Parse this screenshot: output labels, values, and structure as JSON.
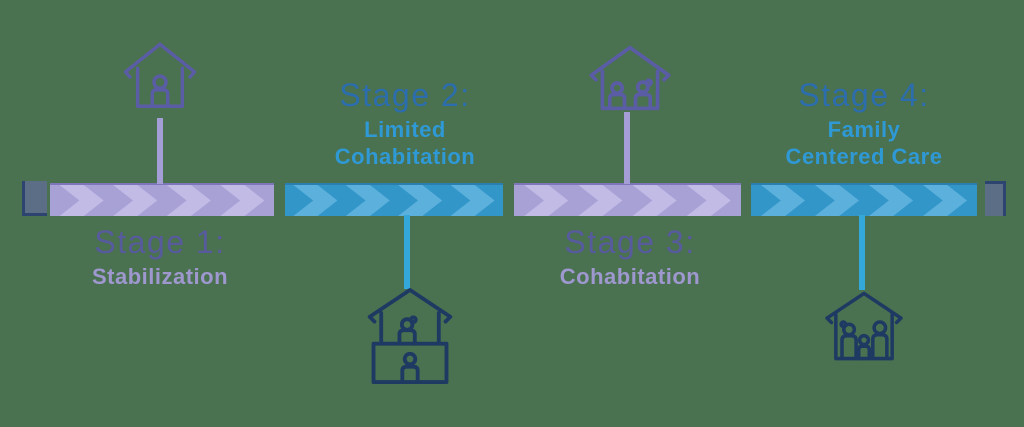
{
  "figure": {
    "description": "Four-stage care progression timeline with chevron bars and house icons",
    "background_color": "#4a7150"
  },
  "timeline": {
    "start_cap_color": "#5c6d86",
    "end_cap_color": "#5c6d86",
    "cap_border_color": "#2e4470",
    "purple_bar_color": "#a8a1d6",
    "purple_chevron_color": "#c1bbe6",
    "blue_bar_color": "#3396c9",
    "blue_chevron_color": "#5cb0dc",
    "purple_connector_color": "#a59ed6",
    "teal_connector_color": "#35a8da"
  },
  "stages": [
    {
      "title": "Stage 1:",
      "subtitle_lines": [
        "Stabilization"
      ],
      "title_color": "#575a9d",
      "subtitle_color": "#9e98cf",
      "bar_color": "#a8a1d6",
      "icon": "house-single-person-icon",
      "icon_color": "#5a5da5",
      "icon_position": "above-bar",
      "label_position": "below-bar"
    },
    {
      "title": "Stage 2:",
      "subtitle_lines": [
        "Limited",
        "Cohabitation"
      ],
      "title_color": "#2b6dad",
      "subtitle_color": "#2f99d6",
      "bar_color": "#3396c9",
      "icon": "house-split-floors-icon",
      "icon_color": "#1e3a62",
      "icon_position": "below-bar",
      "label_position": "above-bar"
    },
    {
      "title": "Stage 3:",
      "subtitle_lines": [
        "Cohabitation"
      ],
      "title_color": "#575a9d",
      "subtitle_color": "#9e98cf",
      "bar_color": "#a8a1d6",
      "icon": "house-two-children-icon",
      "icon_color": "#5a5da5",
      "icon_position": "above-bar",
      "label_position": "below-bar"
    },
    {
      "title": "Stage 4:",
      "subtitle_lines": [
        "Family",
        "Centered Care"
      ],
      "title_color": "#2b6dad",
      "subtitle_color": "#2f99d6",
      "bar_color": "#3396c9",
      "icon": "house-family-icon",
      "icon_color": "#1e3a62",
      "icon_position": "below-bar",
      "label_position": "above-bar"
    }
  ]
}
